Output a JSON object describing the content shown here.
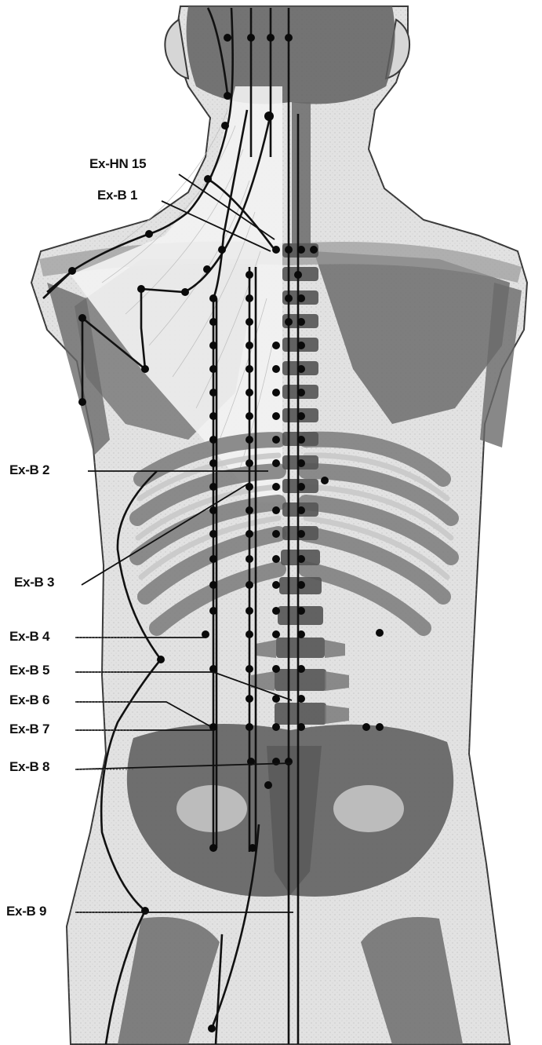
{
  "labels": [
    {
      "id": "ex-hn-15",
      "text": "Ex-HN 15"
    },
    {
      "id": "ex-b-1",
      "text": "Ex-B 1"
    },
    {
      "id": "ex-b-2",
      "text": "Ex-B 2"
    },
    {
      "id": "ex-b-3",
      "text": "Ex-B 3"
    },
    {
      "id": "ex-b-4",
      "text": "Ex-B 4"
    },
    {
      "id": "ex-b-5",
      "text": "Ex-B 5"
    },
    {
      "id": "ex-b-6",
      "text": "Ex-B 6"
    },
    {
      "id": "ex-b-7",
      "text": "Ex-B 7"
    },
    {
      "id": "ex-b-8",
      "text": "Ex-B 8"
    },
    {
      "id": "ex-b-9",
      "text": "Ex-B 9"
    }
  ],
  "colors": {
    "skin": "#e4e4e4",
    "skin_shadow": "#cfcfcf",
    "bone_dark": "#6e6e6e",
    "bone_mid": "#8a8a8a",
    "bone_light": "#bdbdbd",
    "muscle": "#f2f2f2",
    "outline": "#3a3a3a",
    "channel": "#111111",
    "point": "#0a0a0a"
  }
}
